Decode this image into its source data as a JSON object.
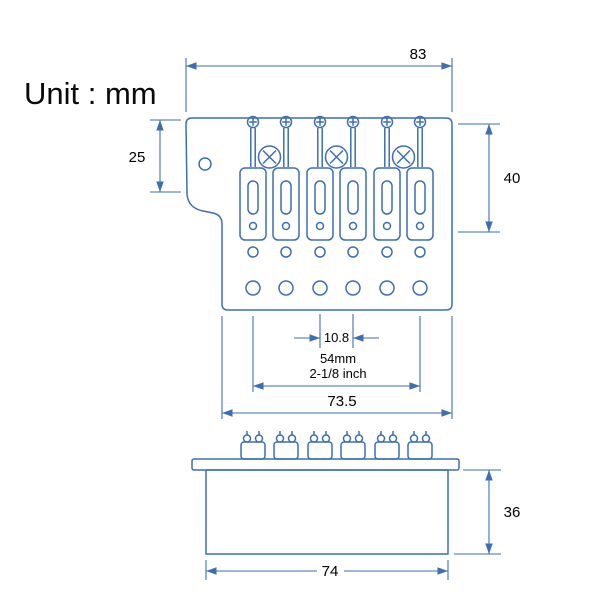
{
  "unit_label": "Unit : mm",
  "dimensions": {
    "plate_width": "83",
    "flange_height": "25",
    "plate_depth": "40",
    "string_spacing": "10.8",
    "string_spread_mm": "54mm",
    "string_spread_inch": "2-1/8 inch",
    "plate_base_width": "73.5",
    "side_height": "36",
    "side_base_width": "74"
  },
  "drawing": {
    "views": 2,
    "saddle_count": 6,
    "line_color": "#3d6eb2",
    "text_color": "#000000",
    "background": "#ffffff"
  }
}
